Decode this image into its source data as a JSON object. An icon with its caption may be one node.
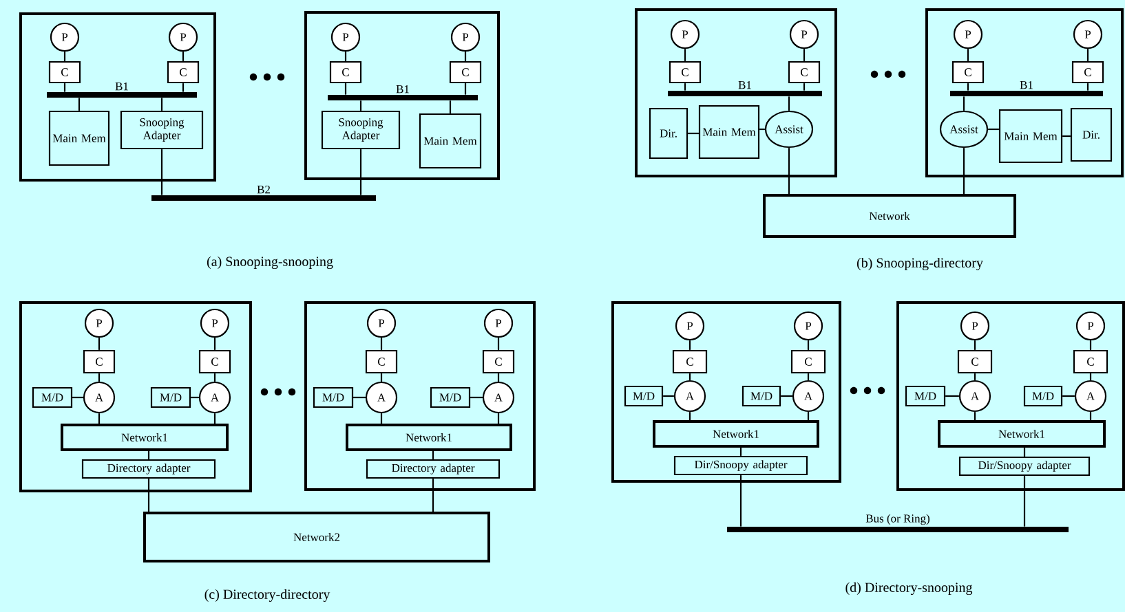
{
  "diagram": {
    "nodes": [
      {
        "text": [],
        "shape": "box"
      },
      {
        "text": [
          "P"
        ],
        "in": 0
      },
      {
        "text": [
          "P"
        ],
        "in": 0
      },
      {
        "text": [
          "C"
        ],
        "in": 0
      },
      {
        "text": [
          "C"
        ],
        "in": 0
      },
      {
        "text": [
          "B1"
        ],
        "in": 0
      },
      {
        "text": [
          "Main Mem"
        ],
        "in": 0
      },
      {
        "text": [
          "Snooping Adapter"
        ],
        "in": 0
      },
      {
        "text": [],
        "shape": "box"
      },
      {
        "text": [
          "P"
        ],
        "in": 8
      },
      {
        "text": [
          "P"
        ],
        "in": 8
      },
      {
        "text": [
          "C"
        ],
        "in": 8
      },
      {
        "text": [
          "C"
        ],
        "in": 8
      },
      {
        "text": [
          "B1"
        ],
        "in": 8
      },
      {
        "text": [
          "Snooping Adapter"
        ],
        "in": 8
      },
      {
        "text": [
          "Main Mem"
        ],
        "in": 8
      },
      {
        "text": [
          "B2"
        ]
      },
      {
        "text": [],
        "shape": "box"
      },
      {
        "text": [
          "P"
        ],
        "in": 17
      },
      {
        "text": [
          "P"
        ],
        "in": 17
      },
      {
        "text": [
          "C"
        ],
        "in": 17
      },
      {
        "text": [
          "C"
        ],
        "in": 17
      },
      {
        "text": [
          "B1"
        ],
        "in": 17
      },
      {
        "text": [
          "Dir."
        ],
        "in": 17
      },
      {
        "text": [
          "Main Mem"
        ],
        "in": 17
      },
      {
        "text": [
          "Assist"
        ],
        "in": 17
      },
      {
        "text": [],
        "shape": "box"
      },
      {
        "text": [
          "P"
        ],
        "in": 26
      },
      {
        "text": [
          "P"
        ],
        "in": 26
      },
      {
        "text": [
          "C"
        ],
        "in": 26
      },
      {
        "text": [
          "C"
        ],
        "in": 26
      },
      {
        "text": [
          "B1"
        ],
        "in": 26
      },
      {
        "text": [
          "Assist"
        ],
        "in": 26
      },
      {
        "text": [
          "Main Mem"
        ],
        "in": 26
      },
      {
        "text": [
          "Dir."
        ],
        "in": 26
      },
      {
        "text": [
          "Network"
        ]
      },
      {
        "text": [],
        "shape": "box"
      },
      {
        "text": [
          "P"
        ],
        "in": 36
      },
      {
        "text": [
          "P"
        ],
        "in": 36
      },
      {
        "text": [
          "C"
        ],
        "in": 36
      },
      {
        "text": [
          "C"
        ],
        "in": 36
      },
      {
        "text": [
          "M/D"
        ],
        "in": 36
      },
      {
        "text": [
          "A"
        ],
        "in": 36
      },
      {
        "text": [
          "M/D"
        ],
        "in": 36
      },
      {
        "text": [
          "A"
        ],
        "in": 36
      },
      {
        "text": [
          "Network1"
        ],
        "in": 36
      },
      {
        "text": [
          "Directory adapter"
        ],
        "in": 36
      },
      {
        "text": [],
        "shape": "box"
      },
      {
        "text": [
          "P"
        ],
        "in": 47
      },
      {
        "text": [
          "P"
        ],
        "in": 47
      },
      {
        "text": [
          "C"
        ],
        "in": 47
      },
      {
        "text": [
          "C"
        ],
        "in": 47
      },
      {
        "text": [
          "M/D"
        ],
        "in": 47
      },
      {
        "text": [
          "A"
        ],
        "in": 47
      },
      {
        "text": [
          "M/D"
        ],
        "in": 47
      },
      {
        "text": [
          "A"
        ],
        "in": 47
      },
      {
        "text": [
          "Network1"
        ],
        "in": 47
      },
      {
        "text": [
          "Directory adapter"
        ],
        "in": 47
      },
      {
        "text": [
          "Network2"
        ]
      },
      {
        "text": [],
        "shape": "box"
      },
      {
        "text": [
          "P"
        ],
        "in": 59
      },
      {
        "text": [
          "P"
        ],
        "in": 59
      },
      {
        "text": [
          "C"
        ],
        "in": 59
      },
      {
        "text": [
          "C"
        ],
        "in": 59
      },
      {
        "text": [
          "M/D"
        ],
        "in": 59
      },
      {
        "text": [
          "A"
        ],
        "in": 59
      },
      {
        "text": [
          "M/D"
        ],
        "in": 59
      },
      {
        "text": [
          "A"
        ],
        "in": 59
      },
      {
        "text": [
          "Network1"
        ],
        "in": 59
      },
      {
        "text": [
          "Dir/Snoopy adapter"
        ],
        "in": 59
      },
      {
        "text": [],
        "shape": "box"
      },
      {
        "text": [
          "P"
        ],
        "in": 70
      },
      {
        "text": [
          "P"
        ],
        "in": 70
      },
      {
        "text": [
          "C"
        ],
        "in": 70
      },
      {
        "text": [
          "C"
        ],
        "in": 70
      },
      {
        "text": [
          "M/D"
        ],
        "in": 70
      },
      {
        "text": [
          "A"
        ],
        "in": 70
      },
      {
        "text": [
          "M/D"
        ],
        "in": 70
      },
      {
        "text": [
          "A"
        ],
        "in": 70
      },
      {
        "text": [
          "Network1"
        ],
        "in": 70
      },
      {
        "text": [
          "Dir/Snoopy adapter"
        ],
        "in": 70
      },
      {
        "text": [
          "Bus (or Ring)"
        ]
      }
    ],
    "edges": [
      {
        "from": 1,
        "to": 3,
        "arrow": "none"
      },
      {
        "from": 2,
        "to": 4,
        "arrow": "none"
      },
      {
        "from": 3,
        "to": 5,
        "arrow": "none"
      },
      {
        "from": 4,
        "to": 5,
        "arrow": "none"
      },
      {
        "from": 5,
        "to": 6,
        "arrow": "none"
      },
      {
        "from": 5,
        "to": 7,
        "arrow": "none"
      },
      {
        "from": 9,
        "to": 11,
        "arrow": "none"
      },
      {
        "from": 10,
        "to": 12,
        "arrow": "none"
      },
      {
        "from": 11,
        "to": 13,
        "arrow": "none"
      },
      {
        "from": 12,
        "to": 13,
        "arrow": "none"
      },
      {
        "from": 13,
        "to": 14,
        "arrow": "none"
      },
      {
        "from": 13,
        "to": 15,
        "arrow": "none"
      },
      {
        "from": 7,
        "to": 16,
        "arrow": "none"
      },
      {
        "from": 14,
        "to": 16,
        "arrow": "none"
      },
      {
        "from": 18,
        "to": 20,
        "arrow": "none"
      },
      {
        "from": 19,
        "to": 21,
        "arrow": "none"
      },
      {
        "from": 20,
        "to": 22,
        "arrow": "none"
      },
      {
        "from": 21,
        "to": 22,
        "arrow": "none"
      },
      {
        "from": 22,
        "to": 25,
        "arrow": "none"
      },
      {
        "from": 23,
        "to": 24,
        "arrow": "none"
      },
      {
        "from": 24,
        "to": 25,
        "arrow": "none"
      },
      {
        "from": 25,
        "to": 35,
        "arrow": "none"
      },
      {
        "from": 27,
        "to": 29,
        "arrow": "none"
      },
      {
        "from": 28,
        "to": 30,
        "arrow": "none"
      },
      {
        "from": 29,
        "to": 31,
        "arrow": "none"
      },
      {
        "from": 30,
        "to": 31,
        "arrow": "none"
      },
      {
        "from": 31,
        "to": 32,
        "arrow": "none"
      },
      {
        "from": 32,
        "to": 33,
        "arrow": "none"
      },
      {
        "from": 33,
        "to": 34,
        "arrow": "none"
      },
      {
        "from": 32,
        "to": 35,
        "arrow": "none"
      },
      {
        "from": 37,
        "to": 39,
        "arrow": "none"
      },
      {
        "from": 38,
        "to": 40,
        "arrow": "none"
      },
      {
        "from": 39,
        "to": 42,
        "arrow": "none"
      },
      {
        "from": 40,
        "to": 44,
        "arrow": "none"
      },
      {
        "from": 41,
        "to": 42,
        "arrow": "none"
      },
      {
        "from": 43,
        "to": 44,
        "arrow": "none"
      },
      {
        "from": 42,
        "to": 45,
        "arrow": "none"
      },
      {
        "from": 44,
        "to": 45,
        "arrow": "none"
      },
      {
        "from": 45,
        "to": 46,
        "arrow": "none"
      },
      {
        "from": 46,
        "to": 58,
        "arrow": "none"
      },
      {
        "from": 48,
        "to": 50,
        "arrow": "none"
      },
      {
        "from": 49,
        "to": 51,
        "arrow": "none"
      },
      {
        "from": 50,
        "to": 53,
        "arrow": "none"
      },
      {
        "from": 51,
        "to": 55,
        "arrow": "none"
      },
      {
        "from": 52,
        "to": 53,
        "arrow": "none"
      },
      {
        "from": 54,
        "to": 55,
        "arrow": "none"
      },
      {
        "from": 53,
        "to": 56,
        "arrow": "none"
      },
      {
        "from": 55,
        "to": 56,
        "arrow": "none"
      },
      {
        "from": 56,
        "to": 57,
        "arrow": "none"
      },
      {
        "from": 57,
        "to": 58,
        "arrow": "none"
      },
      {
        "from": 60,
        "to": 62,
        "arrow": "none"
      },
      {
        "from": 61,
        "to": 63,
        "arrow": "none"
      },
      {
        "from": 62,
        "to": 65,
        "arrow": "none"
      },
      {
        "from": 63,
        "to": 67,
        "arrow": "none"
      },
      {
        "from": 64,
        "to": 65,
        "arrow": "none"
      },
      {
        "from": 66,
        "to": 67,
        "arrow": "none"
      },
      {
        "from": 65,
        "to": 68,
        "arrow": "none"
      },
      {
        "from": 67,
        "to": 68,
        "arrow": "none"
      },
      {
        "from": 68,
        "to": 69,
        "arrow": "none"
      },
      {
        "from": 69,
        "to": 81,
        "arrow": "none"
      },
      {
        "from": 71,
        "to": 73,
        "arrow": "none"
      },
      {
        "from": 72,
        "to": 74,
        "arrow": "none"
      },
      {
        "from": 73,
        "to": 76,
        "arrow": "none"
      },
      {
        "from": 74,
        "to": 78,
        "arrow": "none"
      },
      {
        "from": 75,
        "to": 76,
        "arrow": "none"
      },
      {
        "from": 77,
        "to": 78,
        "arrow": "none"
      },
      {
        "from": 76,
        "to": 79,
        "arrow": "none"
      },
      {
        "from": 78,
        "to": 79,
        "arrow": "none"
      },
      {
        "from": 79,
        "to": 80,
        "arrow": "none"
      },
      {
        "from": 80,
        "to": 81,
        "arrow": "none"
      }
    ],
    "labels": [
      "(a) Snooping-snooping",
      "(b) Snooping-directory",
      "(c) Directory-directory",
      "(d) Directory-snooping"
    ]
  }
}
